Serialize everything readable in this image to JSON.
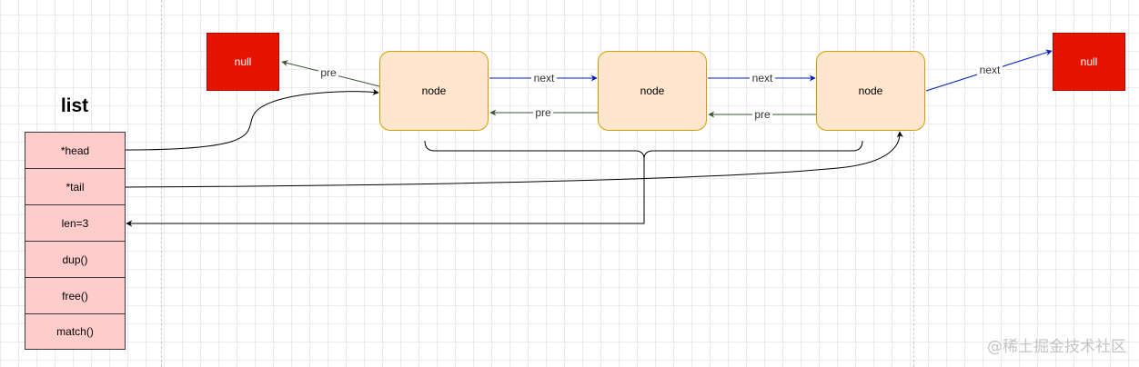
{
  "null_left": {
    "label": "null"
  },
  "null_right": {
    "label": "null"
  },
  "nodes": [
    {
      "label": "node"
    },
    {
      "label": "node"
    },
    {
      "label": "node"
    }
  ],
  "list": {
    "title": "list",
    "fields": [
      {
        "label": "*head"
      },
      {
        "label": "*tail"
      },
      {
        "label": "len=3"
      },
      {
        "label": "dup()"
      },
      {
        "label": "free()"
      },
      {
        "label": "match()"
      }
    ]
  },
  "edge_labels": {
    "pre_first_to_null": "pre",
    "next_1_2": "next",
    "pre_2_1": "pre",
    "next_2_3": "next",
    "pre_3_2": "pre",
    "next_3_to_null": "next"
  },
  "colors": {
    "null_fill": "#e51400",
    "node_fill": "#ffe6cc",
    "node_border": "#d79b00",
    "list_fill": "#ffcccc",
    "next_arrow": "#001dbc",
    "pre_arrow": "#3a5431"
  },
  "watermark": "@稀土掘金技术社区"
}
